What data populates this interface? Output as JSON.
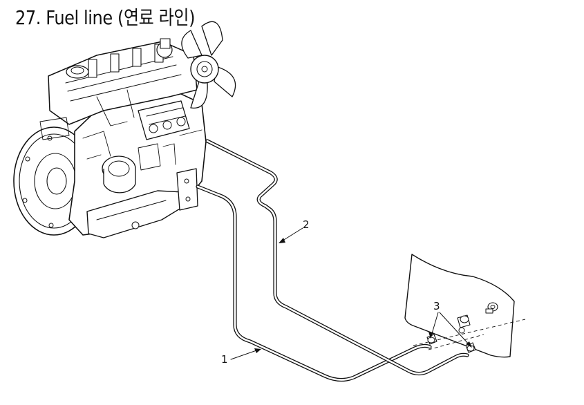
{
  "title": "27. Fuel line (연료 라인)",
  "callouts": {
    "fuel_line_1": "1",
    "fuel_line_2": "2",
    "fitting_3": "3"
  },
  "colors": {
    "ink": "#111111",
    "background": "#ffffff"
  }
}
